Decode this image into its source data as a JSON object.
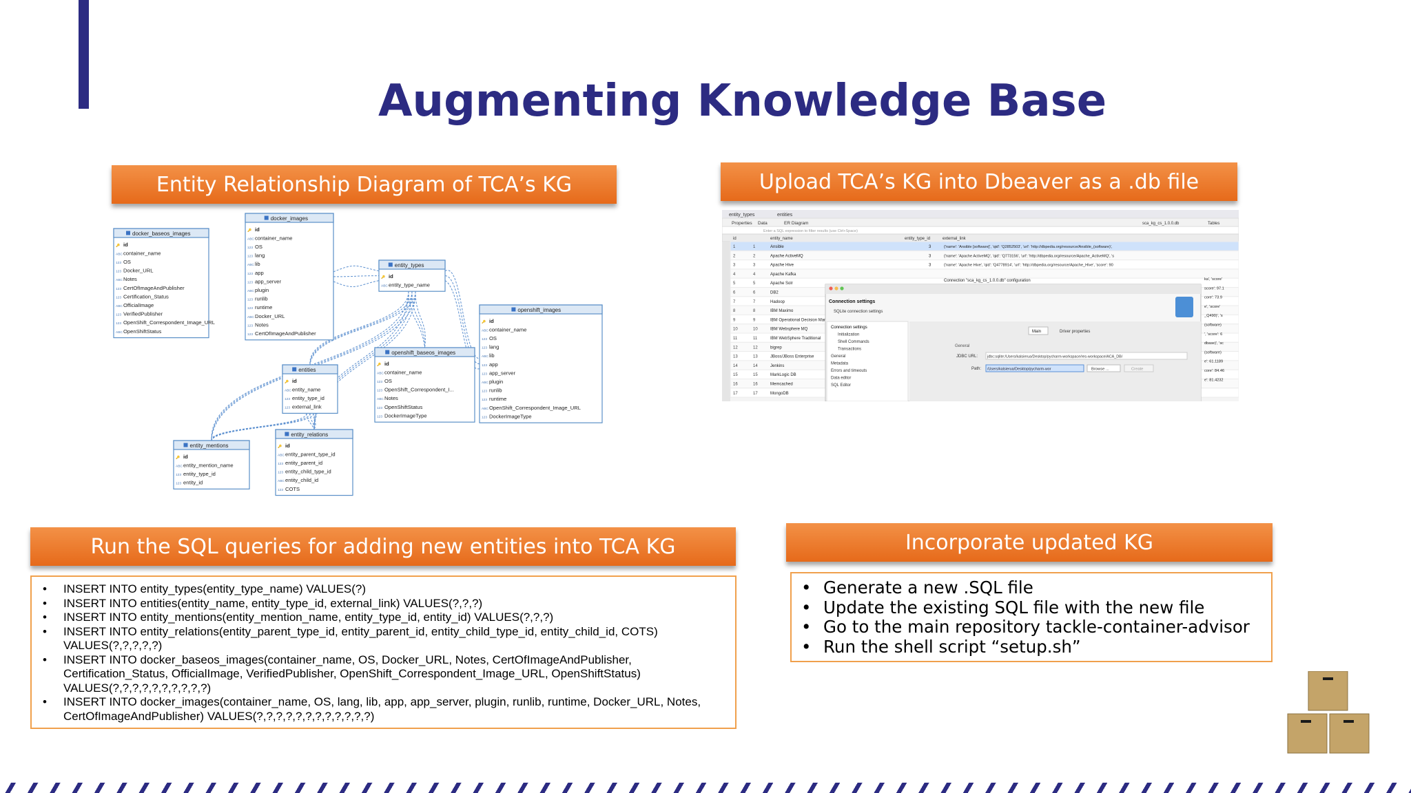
{
  "slide": {
    "title": "Augmenting Knowledge Base",
    "accent_color": "#2c2b82",
    "banner_color": "#ee7a2b"
  },
  "sections": {
    "erd_banner": "Entity Relationship Diagram of TCA’s KG",
    "dbeaver_banner": "Upload TCA’s KG into Dbeaver as a .db file",
    "sql_banner": "Run the SQL queries for adding new entities into TCA KG",
    "kg_banner": "Incorporate updated KG"
  },
  "erd": {
    "docker_baseos_images": {
      "name": "docker_baseos_images",
      "cols": [
        "id",
        "container_name",
        "OS",
        "Docker_URL",
        "Notes",
        "CertOfImageAndPublisher",
        "Certification_Status",
        "OfficialImage",
        "VerifiedPublisher",
        "OpenShift_Correspondent_Image_URL",
        "OpenShiftStatus"
      ]
    },
    "docker_images": {
      "name": "docker_images",
      "cols": [
        "id",
        "container_name",
        "OS",
        "lang",
        "lib",
        "app",
        "app_server",
        "plugin",
        "runlib",
        "runtime",
        "Docker_URL",
        "Notes",
        "CertOfImageAndPublisher"
      ]
    },
    "entity_types": {
      "name": "entity_types",
      "cols": [
        "id",
        "entity_type_name"
      ]
    },
    "openshift_images": {
      "name": "openshift_images",
      "cols": [
        "id",
        "container_name",
        "OS",
        "lang",
        "lib",
        "app",
        "app_server",
        "plugin",
        "runlib",
        "runtime",
        "OpenShift_Correspondent_Image_URL",
        "DockerImageType"
      ]
    },
    "openshift_baseos_images": {
      "name": "openshift_baseos_images",
      "cols": [
        "id",
        "container_name",
        "OS",
        "OpenShift_Correspondent_I...",
        "Notes",
        "OpenShiftStatus",
        "DockerImageType"
      ]
    },
    "entities": {
      "name": "entities",
      "cols": [
        "id",
        "entity_name",
        "entity_type_id",
        "external_link"
      ]
    },
    "entity_mentions": {
      "name": "entity_mentions",
      "cols": [
        "id",
        "entity_mention_name",
        "entity_type_id",
        "entity_id"
      ]
    },
    "entity_relations": {
      "name": "entity_relations",
      "cols": [
        "id",
        "entity_parent_type_id",
        "entity_parent_id",
        "entity_child_type_id",
        "entity_child_id",
        "COTS"
      ]
    }
  },
  "dbeaver": {
    "tabs": [
      "entity_types",
      "entities"
    ],
    "subtabs": [
      "Properties",
      "Data",
      "ER Diagram"
    ],
    "filter_placeholder": "Enter a SQL expression to filter results (use Ctrl+Space)",
    "db_label": "sca_kg_cs_1.0.0.db",
    "tables_label": "Tables",
    "columns": [
      "id",
      "entity_name",
      "entity_type_id",
      "external_link"
    ],
    "rows": [
      [
        "1",
        "Ansible",
        "3",
        "{'name': 'Ansible [software]', 'qid': 'Q2852503', 'url': 'http://dbpedia.org/resource/Ansible_(software)',"
      ],
      [
        "2",
        "Apache ActiveMQ",
        "3",
        "{'name': 'Apache ActiveMQ', 'qid': 'Q773156', 'url': 'http://dbpedia.org/resource/Apache_ActiveMQ', 's"
      ],
      [
        "3",
        "Apache Hive",
        "3",
        "{'name': 'Apache Hive', 'qid': 'Q4778914', 'url': 'http://dbpedia.org/resource/Apache_Hive', 'score': 90"
      ],
      [
        "4",
        "Apache Kafka",
        "",
        ""
      ],
      [
        "5",
        "Apache Solr",
        "",
        ""
      ],
      [
        "6",
        "DB2",
        "",
        ""
      ],
      [
        "7",
        "Hadoop",
        "",
        ""
      ],
      [
        "8",
        "IBM Maximo",
        "",
        ""
      ],
      [
        "9",
        "IBM Operational Decision Manager",
        "",
        ""
      ],
      [
        "10",
        "IBM Websphere MQ",
        "",
        ""
      ],
      [
        "11",
        "IBM WebSphere Traditional",
        "",
        ""
      ],
      [
        "12",
        "bigrep",
        "",
        ""
      ],
      [
        "13",
        "JBoss/JBoss Enterprise",
        "",
        ""
      ],
      [
        "14",
        "Jenkins",
        "",
        ""
      ],
      [
        "15",
        "MarkLogic DB",
        "",
        ""
      ],
      [
        "16",
        "Memcached",
        "",
        ""
      ],
      [
        "17",
        "MongoDB",
        "",
        ""
      ]
    ],
    "connection_line": "Connection \"sca_kg_cs_1.0.0.db\" configuration",
    "dialog": {
      "heading": "Connection settings",
      "sub": "SQLite connection settings",
      "menu": [
        "Connection settings",
        "Initialization",
        "Shell Commands",
        "Transactions",
        "General",
        "Metadata",
        "Errors and timeouts",
        "Data editor",
        "SQL Editor"
      ],
      "tabs": [
        "Main",
        "Driver properties"
      ],
      "general": "General",
      "jdbc_label": "JDBC URL:",
      "jdbc_value": "jdbc:sqlite:/Users/kalsierua/Desktop/pycharm-workspace/res-workspace/ACA_DB/",
      "path_label": "Path:",
      "path_value": "/Users/kalsierua/Desktop/pycharm-wor",
      "browse": "Browse ...",
      "create": "Create"
    },
    "right_snips": [
      "ka', 'score'",
      "score': 97.1",
      "core': 73.9",
      "e', 'score'",
      "_Q490)', 's",
      "(software)",
      "', 'score': 6",
      "dbase)', 'sc",
      "(software)",
      "e': 61.1189",
      "core': 84.46",
      "e': 81.4232"
    ]
  },
  "queries": [
    "INSERT INTO entity_types(entity_type_name) VALUES(?)",
    "INSERT INTO entities(entity_name, entity_type_id, external_link) VALUES(?,?,?)",
    "INSERT INTO entity_mentions(entity_mention_name, entity_type_id, entity_id) VALUES(?,?,?)",
    "INSERT INTO entity_relations(entity_parent_type_id, entity_parent_id, entity_child_type_id, entity_child_id, COTS) VALUES(?,?,?,?,?)",
    "INSERT INTO docker_baseos_images(container_name, OS, Docker_URL, Notes, CertOfImageAndPublisher, Certification_Status, OfficialImage, VerifiedPublisher, OpenShift_Correspondent_Image_URL, OpenShiftStatus) VALUES(?,?,?,?,?,?,?,?,?,?)",
    "INSERT INTO docker_images(container_name, OS, lang, lib, app, app_server, plugin, runlib, runtime, Docker_URL, Notes, CertOfImageAndPublisher) VALUES(?,?,?,?,?,?,?,?,?,?,?,?)"
  ],
  "kg_steps": [
    "Generate a new .SQL file",
    "Update the existing SQL file with the new file",
    "Go to the main repository tackle-container-advisor",
    "Run the shell script “setup.sh”"
  ]
}
